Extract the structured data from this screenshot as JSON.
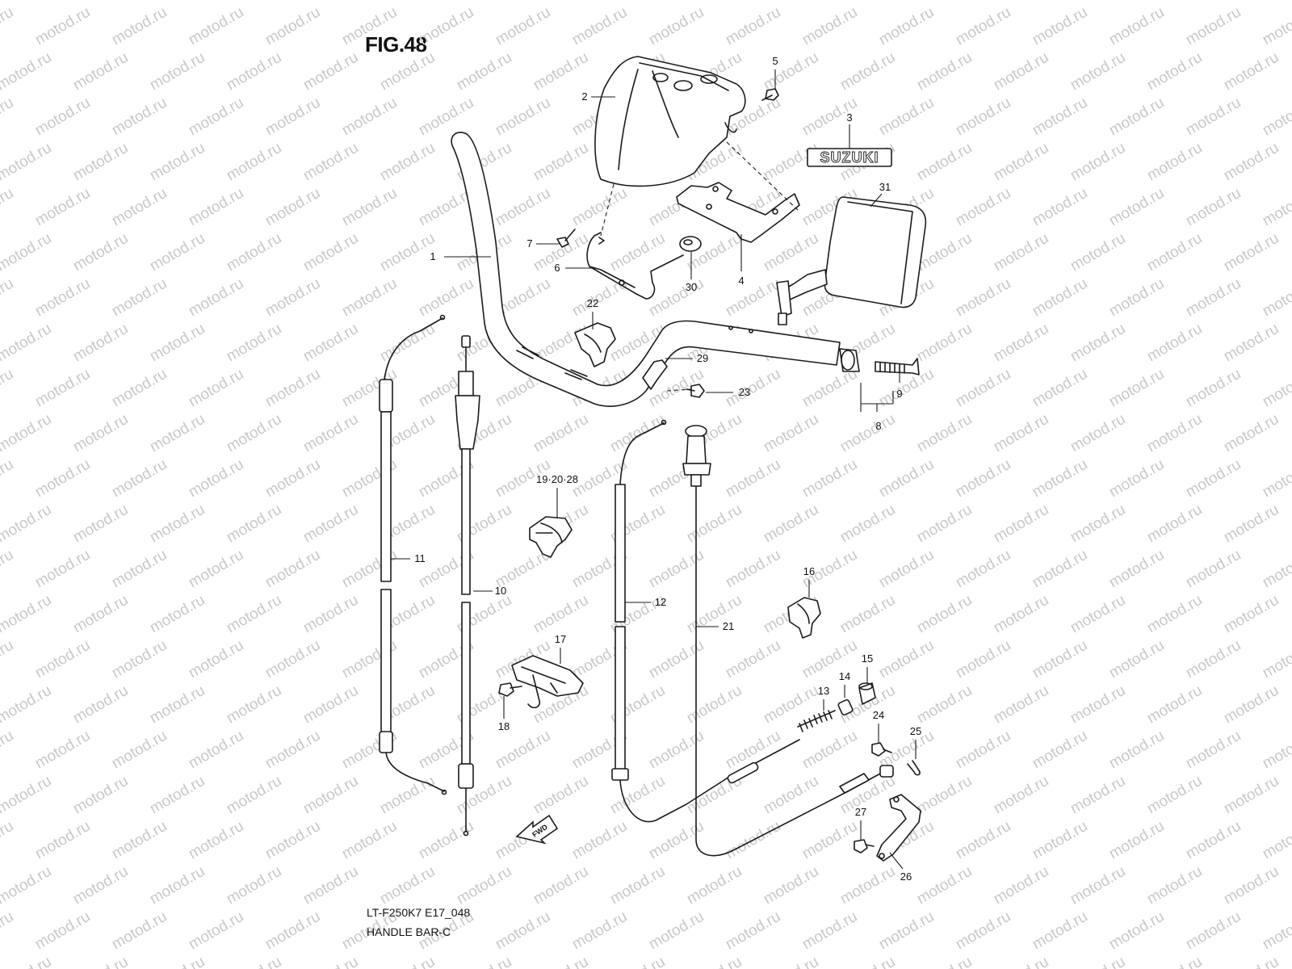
{
  "figure": {
    "title": "FIG.48",
    "model_code": "LT-F250K7 E17_048",
    "section_name": "HANDLE BAR-C",
    "watermark_text": "motod.ru",
    "badge_text": "SUZUKI",
    "fwd_arrow_text": "FWD"
  },
  "callouts": [
    {
      "id": "1",
      "part": "handlebar"
    },
    {
      "id": "2",
      "part": "handlebar-cover"
    },
    {
      "id": "3",
      "part": "emblem"
    },
    {
      "id": "4",
      "part": "cover-bracket-right"
    },
    {
      "id": "5",
      "part": "screw"
    },
    {
      "id": "6",
      "part": "cover-bracket-left"
    },
    {
      "id": "7",
      "part": "screw"
    },
    {
      "id": "8",
      "part": "balancer-set"
    },
    {
      "id": "9",
      "part": "balancer-screw"
    },
    {
      "id": "10",
      "part": "throttle-cable"
    },
    {
      "id": "11",
      "part": "brake-cable"
    },
    {
      "id": "12",
      "part": "rear-brake-cable"
    },
    {
      "id": "13",
      "part": "spring"
    },
    {
      "id": "14",
      "part": "collar"
    },
    {
      "id": "15",
      "part": "joint"
    },
    {
      "id": "16",
      "part": "clamp"
    },
    {
      "id": "17",
      "part": "cable-guide"
    },
    {
      "id": "18",
      "part": "bolt"
    },
    {
      "id": "19·20·28",
      "part": "clamp-set"
    },
    {
      "id": "21",
      "part": "choke-cable"
    },
    {
      "id": "22",
      "part": "clamp"
    },
    {
      "id": "23",
      "part": "bolt"
    },
    {
      "id": "24",
      "part": "pin"
    },
    {
      "id": "25",
      "part": "cotter-pin"
    },
    {
      "id": "26",
      "part": "lever-arm"
    },
    {
      "id": "27",
      "part": "bolt"
    },
    {
      "id": "29",
      "part": "clamp"
    },
    {
      "id": "30",
      "part": "grommet"
    },
    {
      "id": "31",
      "part": "mirror"
    }
  ]
}
